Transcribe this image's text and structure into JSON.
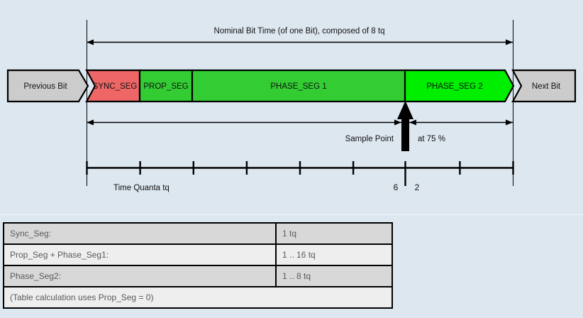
{
  "colors": {
    "background": "#dde7f0",
    "sync_seg": "#ee6666",
    "phase_seg1": "#33cc33",
    "prop_seg": "#33cc33",
    "phase_seg2": "#00ee00",
    "neighbor_bit": "#cccccc",
    "outline": "#000000",
    "table_border": "#000000",
    "table_row_dark": "#d8d8d8",
    "table_row_light": "#eeeeee",
    "table_text": "#5a5a5a"
  },
  "diagram": {
    "top_arrow_label": "Nominal Bit Time (of one Bit), composed of 8 tq",
    "segments": {
      "previous_bit": "Previous Bit",
      "sync_seg": "SYNC_SEG",
      "prop_seg": "PROP_SEG",
      "phase_seg1": "PHASE_SEG 1",
      "phase_seg2": "PHASE_SEG 2",
      "next_bit": "Next Bit"
    },
    "sample_point": {
      "label": "Sample Point",
      "at_label": "at 75 %",
      "percent": 75
    },
    "axis": {
      "caption": "Time Quanta tq",
      "total_tq": 8,
      "ticks": [
        0,
        1,
        2,
        3,
        4,
        5,
        6,
        7,
        8
      ],
      "left_count_label": "6",
      "right_count_label": "2"
    }
  },
  "table": {
    "rows": [
      {
        "label": "Sync_Seg:",
        "value": "1 tq"
      },
      {
        "label": "Prop_Seg + Phase_Seg1:",
        "value": "1 .. 16 tq"
      },
      {
        "label": "Phase_Seg2:",
        "value": "1 .. 8 tq"
      }
    ],
    "note": "(Table calculation uses Prop_Seg = 0)"
  }
}
